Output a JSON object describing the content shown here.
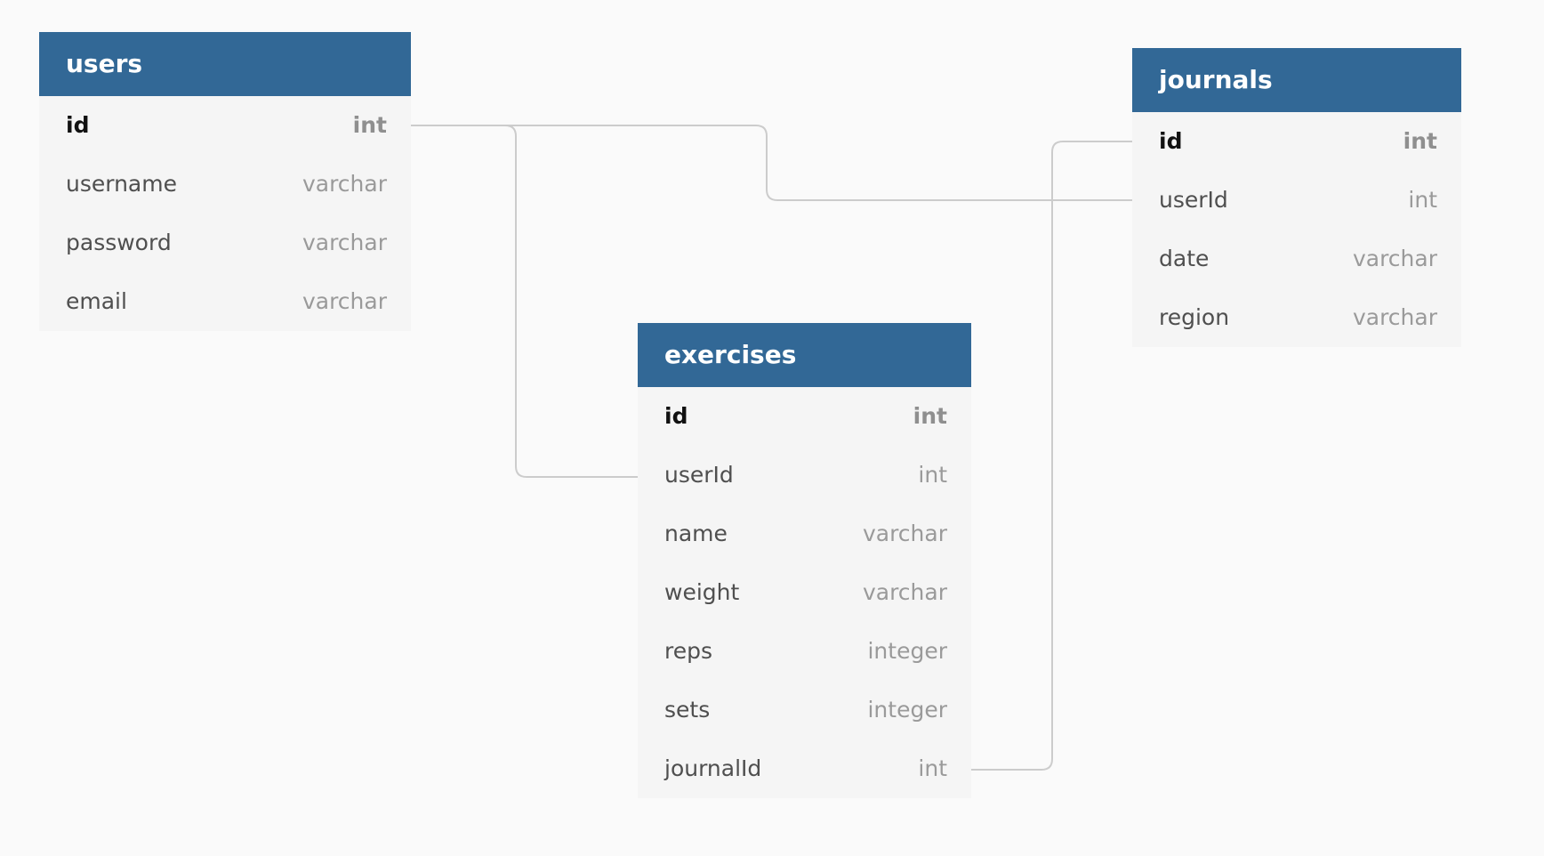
{
  "colors": {
    "canvas": "#fafafa",
    "table_body": "#f5f5f5",
    "header": "#326896",
    "header_text": "#ffffff",
    "pk_text": "#111111",
    "column_text": "#4f4f4f",
    "type_text": "#9a9a9a",
    "connector": "#cccccc"
  },
  "tables": {
    "users": {
      "title": "users",
      "columns": [
        {
          "name": "id",
          "type": "int",
          "primary": true
        },
        {
          "name": "username",
          "type": "varchar"
        },
        {
          "name": "password",
          "type": "varchar"
        },
        {
          "name": "email",
          "type": "varchar"
        }
      ]
    },
    "journals": {
      "title": "journals",
      "columns": [
        {
          "name": "id",
          "type": "int",
          "primary": true
        },
        {
          "name": "userId",
          "type": "int"
        },
        {
          "name": "date",
          "type": "varchar"
        },
        {
          "name": "region",
          "type": "varchar"
        }
      ]
    },
    "exercises": {
      "title": "exercises",
      "columns": [
        {
          "name": "id",
          "type": "int",
          "primary": true
        },
        {
          "name": "userId",
          "type": "int"
        },
        {
          "name": "name",
          "type": "varchar"
        },
        {
          "name": "weight",
          "type": "varchar"
        },
        {
          "name": "reps",
          "type": "integer"
        },
        {
          "name": "sets",
          "type": "integer"
        },
        {
          "name": "journalId",
          "type": "int"
        }
      ]
    }
  },
  "relationships": [
    {
      "from": "users.id",
      "to": "journals.userId"
    },
    {
      "from": "users.id",
      "to": "exercises.userId"
    },
    {
      "from": "journals.id",
      "to": "exercises.journalId"
    }
  ]
}
